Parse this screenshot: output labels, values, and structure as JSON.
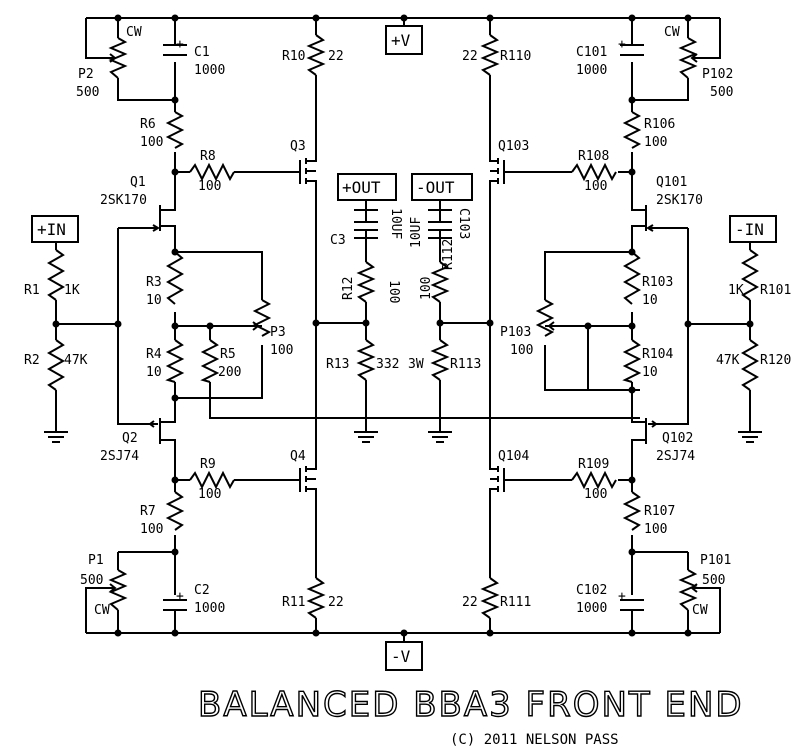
{
  "title": "BALANCED BBA3 FRONT END",
  "copyright": "(C) 2011 NELSON PASS",
  "ports": {
    "pos_supply": "+V",
    "neg_supply": "-V",
    "pos_in": "+IN",
    "neg_in": "-IN",
    "pos_out": "+OUT",
    "neg_out": "-OUT"
  },
  "left_channel": {
    "R1": {
      "name": "R1",
      "value": "1K"
    },
    "R2": {
      "name": "R2",
      "value": "47K"
    },
    "R3": {
      "name": "R3",
      "value": "10"
    },
    "R4": {
      "name": "R4",
      "value": "10"
    },
    "R5": {
      "name": "R5",
      "value": "200"
    },
    "R6": {
      "name": "R6",
      "value": "100"
    },
    "R7": {
      "name": "R7",
      "value": "100"
    },
    "R8": {
      "name": "R8",
      "value": "100"
    },
    "R9": {
      "name": "R9",
      "value": "100"
    },
    "R10": {
      "name": "R10",
      "value": "22"
    },
    "R11": {
      "name": "R11",
      "value": "22"
    },
    "R12": {
      "name": "R12",
      "value": "100"
    },
    "R13": {
      "name": "R13",
      "value": "332"
    },
    "P1": {
      "name": "P1",
      "value": "500",
      "cw": "CW"
    },
    "P2": {
      "name": "P2",
      "value": "500",
      "cw": "CW"
    },
    "P3": {
      "name": "P3",
      "value": "100"
    },
    "C1": {
      "name": "C1",
      "value": "1000"
    },
    "C2": {
      "name": "C2",
      "value": "1000"
    },
    "C3": {
      "name": "C3",
      "value": "10UF"
    },
    "Q1": {
      "name": "Q1",
      "part": "2SK170"
    },
    "Q2": {
      "name": "Q2",
      "part": "2SJ74"
    },
    "Q3": {
      "name": "Q3"
    },
    "Q4": {
      "name": "Q4"
    }
  },
  "right_channel": {
    "R101": {
      "name": "R101",
      "value": "1K"
    },
    "R120": {
      "name": "R120",
      "value": "47K"
    },
    "R103": {
      "name": "R103",
      "value": "10"
    },
    "R104": {
      "name": "R104",
      "value": "10"
    },
    "R106": {
      "name": "R106",
      "value": "100"
    },
    "R107": {
      "name": "R107",
      "value": "100"
    },
    "R108": {
      "name": "R108",
      "value": "100"
    },
    "R109": {
      "name": "R109",
      "value": "100"
    },
    "R110": {
      "name": "R110",
      "value": "22"
    },
    "R111": {
      "name": "R111",
      "value": "22"
    },
    "R112": {
      "name": "R112",
      "value": "100"
    },
    "R113": {
      "name": "R113",
      "value": "3W"
    },
    "P101": {
      "name": "P101",
      "value": "500",
      "cw": "CW"
    },
    "P102": {
      "name": "P102",
      "value": "500",
      "cw": "CW"
    },
    "P103": {
      "name": "P103",
      "value": "100"
    },
    "C101": {
      "name": "C101",
      "value": "1000"
    },
    "C102": {
      "name": "C102",
      "value": "1000"
    },
    "C103": {
      "name": "C103",
      "value": "10UF"
    },
    "Q101": {
      "name": "Q101",
      "part": "2SK170"
    },
    "Q102": {
      "name": "Q102",
      "part": "2SJ74"
    },
    "Q103": {
      "name": "Q103"
    },
    "Q104": {
      "name": "Q104"
    }
  },
  "plus_sign": "+"
}
